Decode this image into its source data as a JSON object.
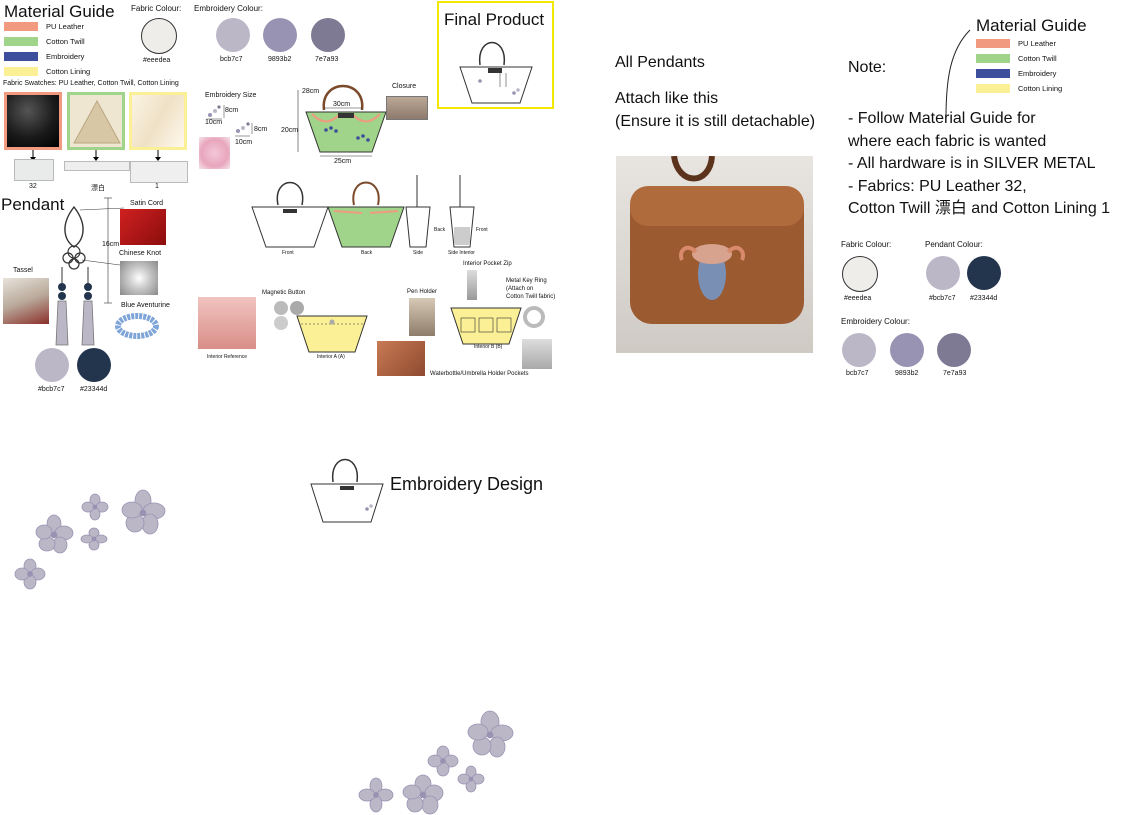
{
  "left_guide": {
    "title": "Material Guide",
    "items": [
      {
        "label": "PU Leather",
        "color": "#f19a80"
      },
      {
        "label": "Cotton Twill",
        "color": "#9fd48a"
      },
      {
        "label": "Embroidery",
        "color": "#3d4f9c"
      },
      {
        "label": "Cotton Lining",
        "color": "#fbf095"
      }
    ]
  },
  "fabric_colour": {
    "label": "Fabric Colour:",
    "hex": "#eeedea",
    "color": "#eeedea"
  },
  "embroidery_colour": {
    "label": "Embroidery Colour:",
    "swatches": [
      {
        "hex": "bcb7c7",
        "color": "#bcb7c7"
      },
      {
        "hex": "9893b2",
        "color": "#9893b2"
      },
      {
        "hex": "7e7a93",
        "color": "#7e7a93"
      }
    ]
  },
  "fabric_swatches": {
    "title": "Fabric Swatches: PU Leather, Cotton Twill, Cotton Lining",
    "codes": [
      "32",
      "漂白",
      "1"
    ]
  },
  "final_product": {
    "title": "Final Product"
  },
  "embroidery_size": {
    "title": "Embroidery Size",
    "h1": "8cm",
    "w1": "10cm",
    "h2": "8cm",
    "w2": "10cm"
  },
  "bag_dims": {
    "top_h": "28cm",
    "top_w": "30cm",
    "body_h": "20cm",
    "bottom_w": "25cm",
    "closure": "Closure"
  },
  "views": {
    "front": "Front",
    "back": "Back",
    "side": "Side",
    "side_interior_back": "Back",
    "side_interior_front": "Front",
    "side_interior": "Side Interior"
  },
  "pendant": {
    "title": "Pendant",
    "satin_cord": "Satin Cord",
    "length": "16cm",
    "chinese_knot": "Chinese Knot",
    "tassel": "Tassel",
    "blue_aventurine": "Blue Aventurine",
    "colours": [
      {
        "hex": "#bcb7c7",
        "color": "#bcb7c7"
      },
      {
        "hex": "#23344d",
        "color": "#23344d"
      }
    ]
  },
  "interior": {
    "magnetic_button": "Magnetic Button",
    "interior_reference": "Interior Reference",
    "interior_a": "Interior A (A)",
    "pen_holder": "Pen Holder",
    "interior_pocket_zip": "Interior Pocket Zip",
    "key_ring": "Metal Key Ring\n(Attach on\nCotton Twill fabric)",
    "interior_b": "Interior B (B)",
    "waterbottle": "Waterbottle/Umbrella Holder Pockets"
  },
  "embroidery_design": {
    "title": "Embroidery Design"
  },
  "pendants_note": {
    "title": "All Pendants",
    "attach": "Attach like this",
    "ensure": "(Ensure it is still detachable)"
  },
  "right_guide": {
    "title": "Material Guide",
    "items": [
      {
        "label": "PU Leather",
        "color": "#f19a80"
      },
      {
        "label": "Cotton Twill",
        "color": "#9fd48a"
      },
      {
        "label": "Embroidery",
        "color": "#3d4f9c"
      },
      {
        "label": "Cotton Lining",
        "color": "#fbf095"
      }
    ]
  },
  "note": {
    "title": "Note:",
    "lines": [
      "- Follow Material Guide for",
      "where each fabric is wanted",
      "- All hardware is in SILVER METAL",
      "- Fabrics: PU Leather 32,",
      "Cotton Twill 漂白 and Cotton Lining 1"
    ]
  },
  "right_colours": {
    "fabric_label": "Fabric Colour:",
    "fabric_hex": "#eeedea",
    "fabric_color": "#eeedea",
    "pendant_label": "Pendant Colour:",
    "pendant": [
      {
        "hex": "#bcb7c7",
        "color": "#bcb7c7"
      },
      {
        "hex": "#23344d",
        "color": "#23344d"
      }
    ],
    "embroidery_label": "Embroidery Colour:",
    "embroidery": [
      {
        "hex": "bcb7c7",
        "color": "#bcb7c7"
      },
      {
        "hex": "9893b2",
        "color": "#9893b2"
      },
      {
        "hex": "7e7a93",
        "color": "#7e7a93"
      }
    ]
  }
}
